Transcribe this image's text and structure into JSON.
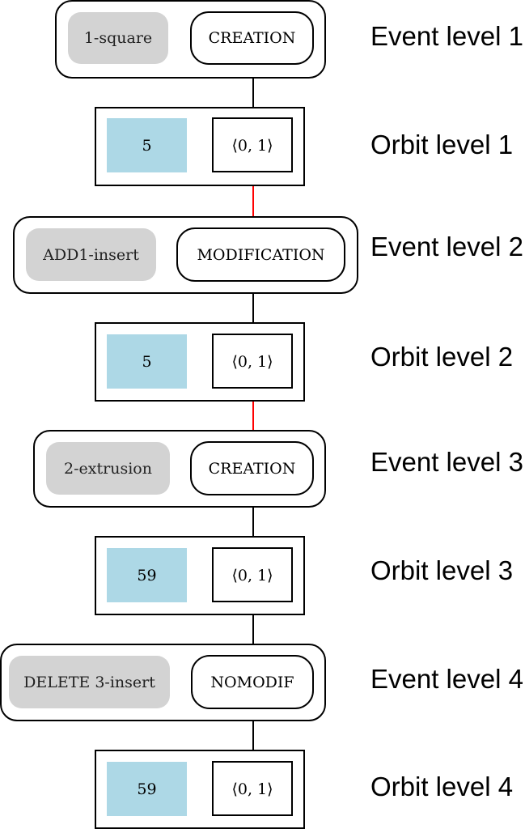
{
  "colors": {
    "event_tag_fill": "#d3d3d3",
    "orbit_value_fill": "#add8e6",
    "black_arrow": "#000000",
    "red_arrow": "#ff0000"
  },
  "levels": [
    {
      "kind": "event",
      "tag": "1-square",
      "op": "CREATION",
      "level_label": "Event level 1"
    },
    {
      "kind": "orbit",
      "value": "5",
      "pair": "⟨0, 1⟩",
      "level_label": "Orbit level 1"
    },
    {
      "kind": "event",
      "tag": "ADD1-insert",
      "op": "MODIFICATION",
      "level_label": "Event level 2"
    },
    {
      "kind": "orbit",
      "value": "5",
      "pair": "⟨0, 1⟩",
      "level_label": "Orbit level 2"
    },
    {
      "kind": "event",
      "tag": "2-extrusion",
      "op": "CREATION",
      "level_label": "Event level 3"
    },
    {
      "kind": "orbit",
      "value": "59",
      "pair": "⟨0, 1⟩",
      "level_label": "Orbit level 3"
    },
    {
      "kind": "event",
      "tag": "DELETE 3-insert",
      "op": "NOMODIF",
      "level_label": "Event level 4"
    },
    {
      "kind": "orbit",
      "value": "59",
      "pair": "⟨0, 1⟩",
      "level_label": "Orbit level 4"
    }
  ],
  "edges": [
    {
      "from": 0,
      "to": 1,
      "color": "black"
    },
    {
      "from": 1,
      "to": 2,
      "color": "red"
    },
    {
      "from": 2,
      "to": 3,
      "color": "black"
    },
    {
      "from": 3,
      "to": 4,
      "color": "red"
    },
    {
      "from": 4,
      "to": 5,
      "color": "black"
    },
    {
      "from": 5,
      "to": 6,
      "color": "black"
    },
    {
      "from": 6,
      "to": 7,
      "color": "black"
    }
  ]
}
